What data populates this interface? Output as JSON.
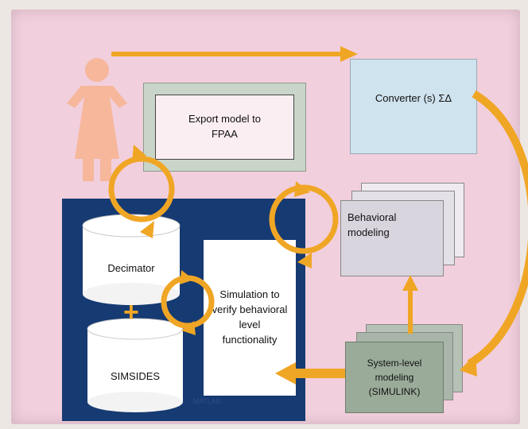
{
  "export_box": {
    "line1": "Export model to",
    "line2": "FPAA"
  },
  "converter_box": {
    "label": "Converter (s) ΣΔ"
  },
  "behavioral_box": {
    "line1": "Behavioral",
    "line2": "modeling"
  },
  "system_box": {
    "line1": "System-level",
    "line2": "modeling",
    "line3": "(SIMULINK)"
  },
  "simulation_box": {
    "line1": "Simulation to",
    "line2": "verify behavioral",
    "line3": "level",
    "line4": "functionality"
  },
  "decimator": {
    "label": "Decimator"
  },
  "simsides": {
    "label": "SIMSIDES"
  },
  "plus_sign": "+",
  "navy_caption": "MATLAB",
  "colors": {
    "arrow": "#f0a625",
    "navy": "#163a72",
    "slide_bg": "#f2cfdd",
    "person": "#f6b79b"
  },
  "icons": [
    "person-icon",
    "cycle-icon",
    "arrow-icon"
  ]
}
